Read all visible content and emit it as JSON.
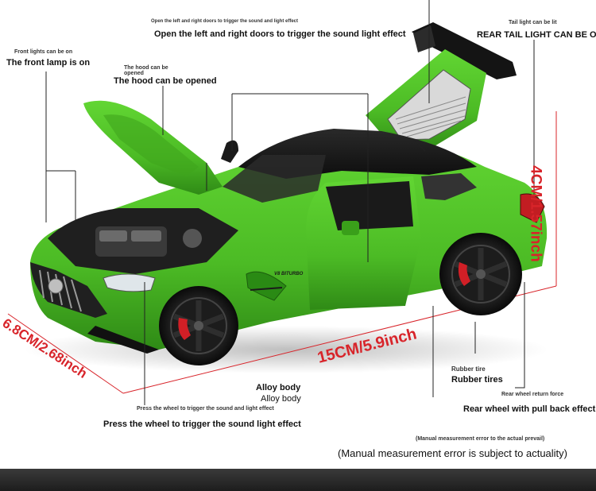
{
  "colors": {
    "body_green": "#52c22a",
    "body_green_dark": "#2f8a16",
    "roof_black": "#1a1a1a",
    "dimension_red": "#d8242a",
    "wheel_black": "#151515",
    "caliper_red": "#d11f26"
  },
  "labels": {
    "doors_small": "Open the left and right doors to trigger the sound and light effect",
    "doors": "Open the left and right doors to trigger the sound light effect",
    "tail_small": "Tail light can be lit",
    "tail": "REAR TAIL LIGHT CAN BE ON",
    "front_small": "Front lights can be on",
    "front": "The front lamp is on",
    "hood_small": "The hood can be opened",
    "hood": "The hood can be opened",
    "tire_small": "Rubber tire",
    "tire": "Rubber tires",
    "body_small": "Alloy body",
    "body": "Alloy body",
    "wheel_small": "Press the wheel to trigger the sound and light effect",
    "wheel": "Press the wheel to trigger the sound light effect",
    "rear_small": "Rear wheel return force",
    "rear": "Rear wheel with pull back effect",
    "note_small": "(Manual measurement error to the actual prevail)",
    "note": "(Manual measurement error is subject to actuality)"
  },
  "dimensions": {
    "height": "4CM/1.57inch",
    "length": "15CM/5.9inch",
    "width": "6.8CM/2.68inch"
  },
  "badge": "V8 BITURBO"
}
